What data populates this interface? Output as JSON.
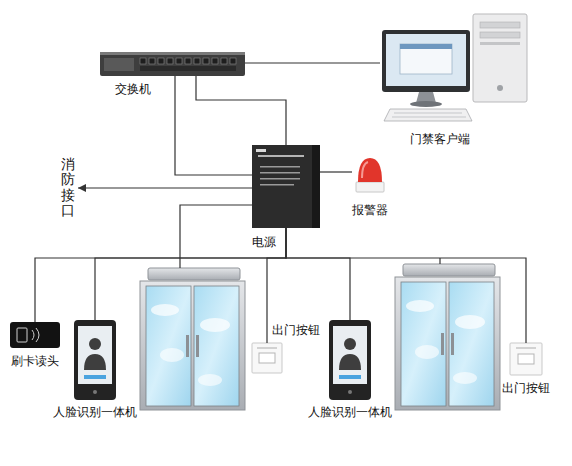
{
  "diagram": {
    "nodes": [
      {
        "text": [
          "交换机"
        ]
      },
      {
        "text": [
          "门禁客户端"
        ]
      },
      {
        "text": [
          "电源"
        ]
      },
      {
        "text": [
          "报警器"
        ]
      },
      {
        "text": [
          "消防接口"
        ]
      },
      {
        "text": [
          "刷卡读头"
        ]
      },
      {
        "text": [
          "人脸识别一体机"
        ]
      },
      {
        "text": [
          "出门按钮"
        ]
      },
      {
        "text": [
          "人脸识别一体机"
        ]
      },
      {
        "text": [
          "出门按钮"
        ]
      }
    ],
    "edges": [
      {
        "from": 0,
        "to": 1,
        "arrow": "none"
      },
      {
        "from": 0,
        "to": 2,
        "arrow": "none"
      },
      {
        "from": 0,
        "to": 2,
        "arrow": "none"
      },
      {
        "from": 2,
        "to": 3,
        "arrow": "none"
      },
      {
        "from": 2,
        "to": 4,
        "arrow": "to"
      },
      {
        "from": 2,
        "to": 5,
        "arrow": "none"
      },
      {
        "from": 2,
        "to": 6,
        "arrow": "none"
      },
      {
        "from": 2,
        "to": 7,
        "arrow": "none"
      },
      {
        "from": 2,
        "to": 8,
        "arrow": "none"
      },
      {
        "from": 2,
        "to": 9,
        "arrow": "none"
      }
    ]
  }
}
